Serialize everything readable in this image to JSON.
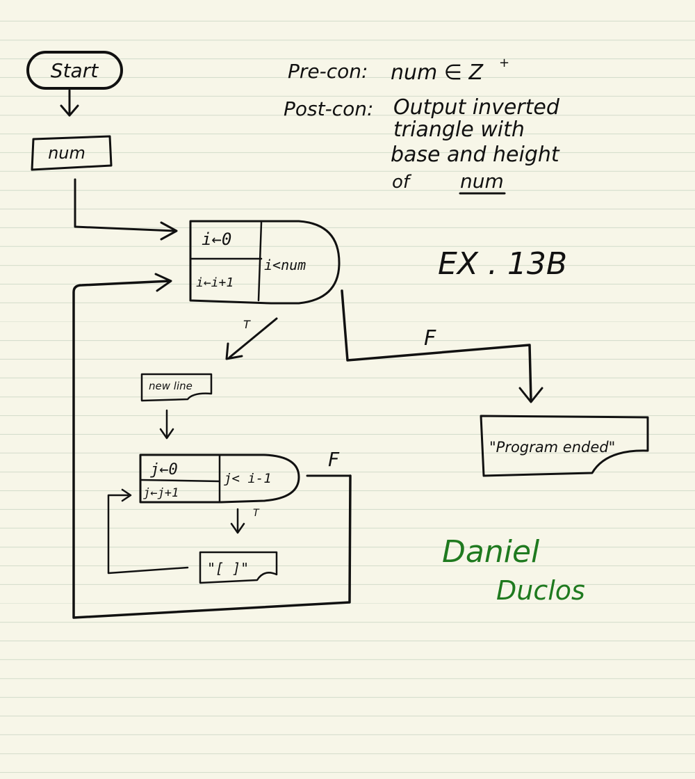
{
  "nodes": {
    "start": "Start",
    "input_num": "num",
    "outer_init": "i←0",
    "outer_update": "i←i+1",
    "outer_cond": "i<num",
    "new_line": "new line",
    "inner_init": "j←0",
    "inner_update": "j←j+1",
    "inner_cond": "j< i-1",
    "print_box": "\"[ ]\"",
    "program_ended": "\"Program ended\""
  },
  "edge_labels": {
    "outer_true": "T",
    "outer_false": "F",
    "inner_true": "T",
    "inner_false": "F"
  },
  "notes": {
    "precon_label": "Pre-con:",
    "precon_text": "num ∈ Z",
    "precon_sup": "+",
    "postcon_label": "Post-con:",
    "postcon_line1": "Output inverted",
    "postcon_line2": "triangle with",
    "postcon_line3": "base and height",
    "postcon_line4_prefix": "of",
    "postcon_line4_word": "num",
    "exercise": "EX . 13B"
  },
  "signature": {
    "first": "Daniel",
    "last": "Duclos"
  },
  "colors": {
    "paper": "#f7f6e8",
    "ruled_line": "#d3dccb",
    "ink": "#111111",
    "signature": "#1f7a1f"
  }
}
